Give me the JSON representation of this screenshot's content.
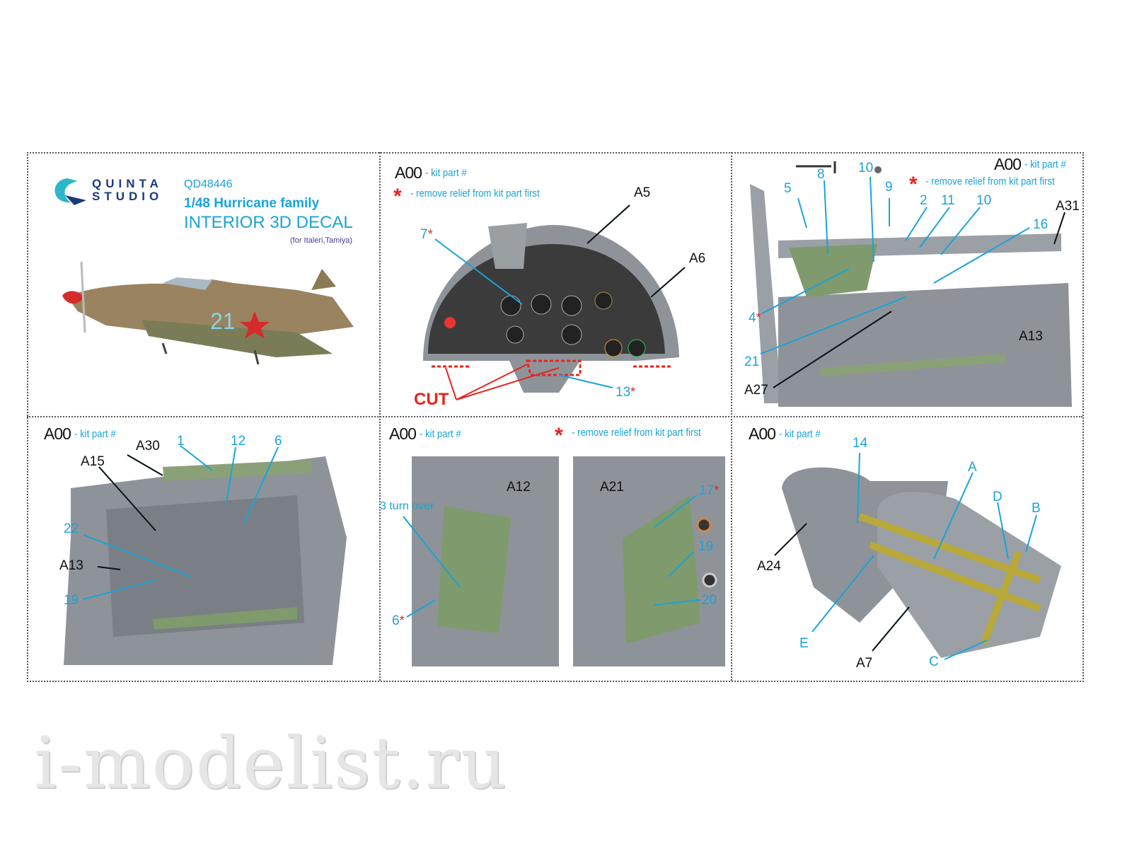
{
  "brand": {
    "line1": "QUINTA",
    "line2": "STUDIO"
  },
  "product": {
    "code": "QD48446",
    "scale_title": "1/48 Hurricane family",
    "type": "INTERIOR 3D DECAL",
    "compat": "(for Italeri,Tamiya)"
  },
  "legend": {
    "part_code": "A00",
    "kit_part": "- kit part #",
    "remove_relief": "- remove relief from kit part first",
    "star": "*"
  },
  "panels": [
    {
      "labels": []
    },
    {
      "labels": [
        "A5",
        "A6",
        "7",
        "13",
        "CUT"
      ]
    },
    {
      "labels": [
        "8",
        "10",
        "9",
        "5",
        "2",
        "11",
        "10",
        "16",
        "A31",
        "4",
        "21",
        "A27",
        "A13"
      ]
    },
    {
      "labels": [
        "A30",
        "A15",
        "1",
        "12",
        "6",
        "22",
        "A13",
        "19"
      ]
    },
    {
      "labels": [
        "A12",
        "A21",
        "3 turn over",
        "17",
        "19",
        "20",
        "6"
      ]
    },
    {
      "labels": [
        "14",
        "A",
        "D",
        "B",
        "A24",
        "E",
        "A7",
        "C"
      ]
    }
  ],
  "watermark": "i-modelist.ru",
  "colors": {
    "cyan": "#1aa3d9",
    "red": "#e8231f",
    "navy": "#1c3a7a",
    "gray": "#8e9399",
    "green": "#7f9a6c"
  }
}
